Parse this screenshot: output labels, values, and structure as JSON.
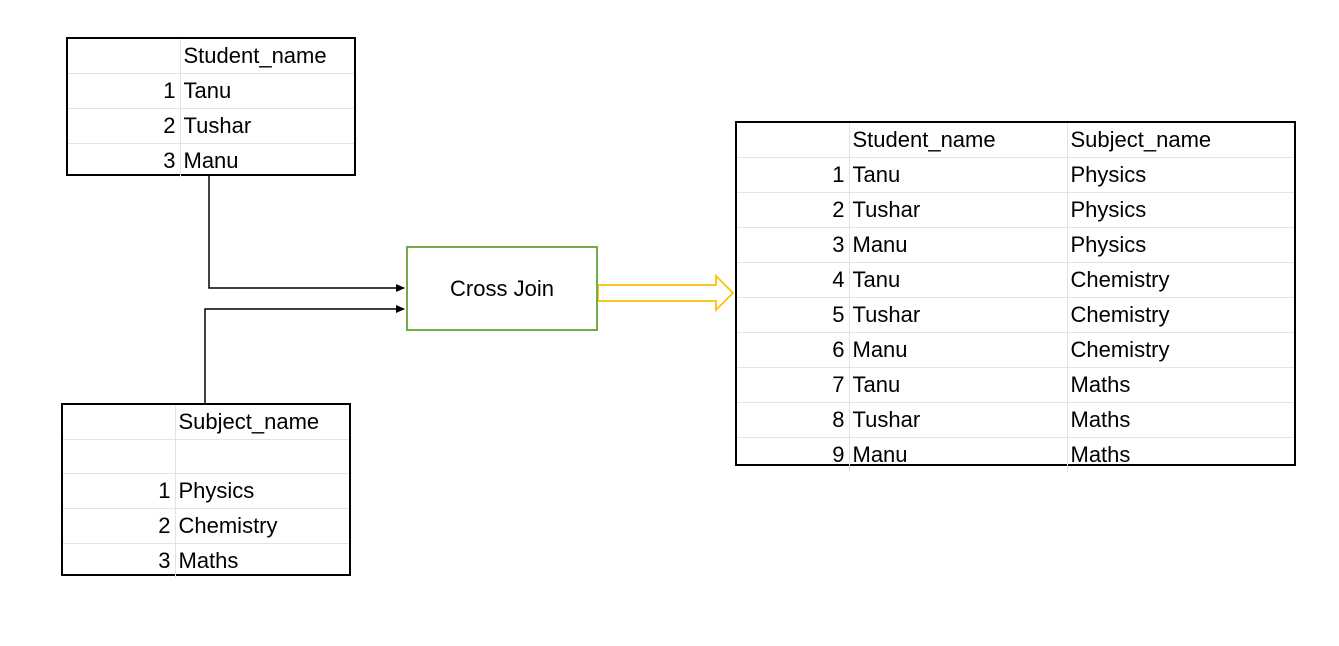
{
  "students_table": {
    "header": [
      "",
      "Student_name"
    ],
    "rows": [
      [
        "1",
        "Tanu"
      ],
      [
        "2",
        "Tushar"
      ],
      [
        "3",
        "Manu"
      ]
    ]
  },
  "subjects_table": {
    "header": [
      "",
      "Subject_name"
    ],
    "rows": [
      [
        "",
        ""
      ],
      [
        "1",
        "Physics"
      ],
      [
        "2",
        "Chemistry"
      ],
      [
        "3",
        "Maths"
      ]
    ]
  },
  "operation": {
    "label": "Cross Join",
    "border_color": "#70ad47",
    "output_arrow_color": "#ffc000"
  },
  "result_table": {
    "header": [
      "",
      "Student_name",
      "Subject_name"
    ],
    "rows": [
      [
        "1",
        "Tanu",
        "Physics"
      ],
      [
        "2",
        "Tushar",
        "Physics"
      ],
      [
        "3",
        "Manu",
        "Physics"
      ],
      [
        "4",
        "Tanu",
        "Chemistry"
      ],
      [
        "5",
        "Tushar",
        "Chemistry"
      ],
      [
        "6",
        "Manu",
        "Chemistry"
      ],
      [
        "7",
        "Tanu",
        "Maths"
      ],
      [
        "8",
        "Tushar",
        "Maths"
      ],
      [
        "9",
        "Manu",
        "Maths"
      ]
    ]
  }
}
